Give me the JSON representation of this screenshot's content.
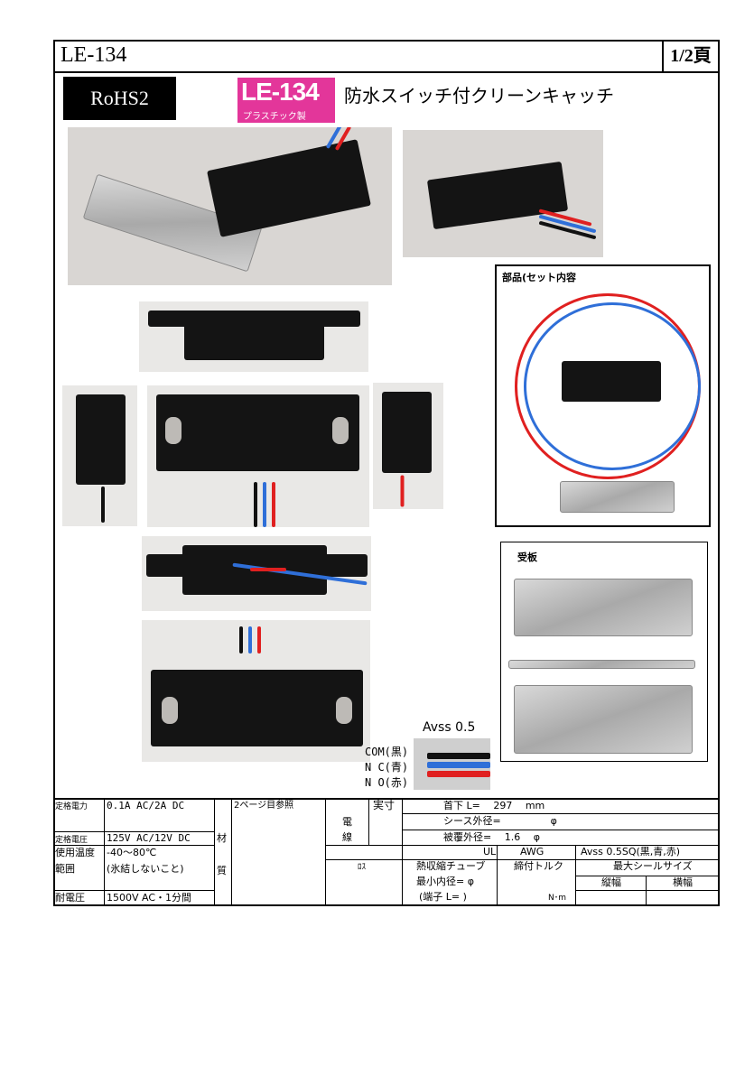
{
  "header": {
    "doc_id": "LE-134",
    "page": "1/2頁"
  },
  "rohs": "RoHS2",
  "badge": {
    "model": "LE-134",
    "sub": "プラスチック製"
  },
  "title": "防水スイッチ付クリーンキャッチ",
  "parts_box": {
    "label": "部品(セット内容"
  },
  "plate_box": {
    "label": "受板"
  },
  "wires": {
    "avss": "Avss 0.5",
    "labels": [
      "COM(黒)",
      "N C(青)",
      "N O(赤)"
    ]
  },
  "colors": {
    "badge": "#e3369a",
    "wire_red": "#e02020",
    "wire_blue": "#2f6fd8",
    "wire_black": "#111111"
  },
  "spec": {
    "rated_power_label": "定格電力",
    "rated_power": "0.1A AC/2A DC",
    "rated_voltage_label": "定格電圧",
    "rated_voltage": "125V AC/12V DC",
    "temp_label_1": "使用温度",
    "temp_label_2": "範囲",
    "temp_value_1": "-40～80℃",
    "temp_value_2": "(氷結しないこと)",
    "withstand_label": "耐電圧",
    "withstand": "1500V AC・1分間",
    "material_1": "材",
    "material_2": "質",
    "material_note": "2ページ目参照",
    "wire_1": "電",
    "wire_2": "線",
    "actual": "実寸",
    "neck": "首下 L=　 297　 mm",
    "sheath": "シース外径=　　　　　φ",
    "coating": "被覆外径=　 1.6　 φ",
    "ul": "UL",
    "awg": "AWG",
    "avss_spec": "Avss 0.5SQ(黒,青,赤)",
    "rohs_col": "ﾛｽ",
    "shrink": "熱収縮チューブ",
    "min_id": "最小内径= φ",
    "terminal": "(端子 L= )",
    "torque": "締付トルク",
    "torque_unit": "N･m",
    "seal": "最大シールサイズ",
    "seal_v": "縦幅",
    "seal_h": "横幅"
  }
}
